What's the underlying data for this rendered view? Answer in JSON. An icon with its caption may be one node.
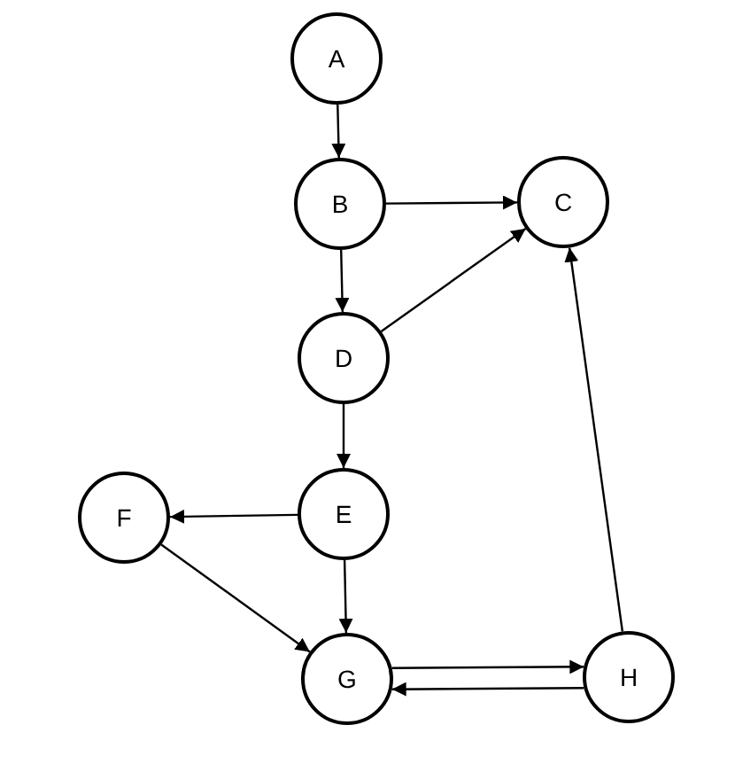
{
  "diagram": {
    "nodes": [
      {
        "text": [
          "A"
        ]
      },
      {
        "text": [
          "B"
        ]
      },
      {
        "text": [
          "C"
        ]
      },
      {
        "text": [
          "D"
        ]
      },
      {
        "text": [
          "E"
        ]
      },
      {
        "text": [
          "F"
        ]
      },
      {
        "text": [
          "G"
        ]
      },
      {
        "text": [
          "H"
        ]
      }
    ],
    "edges": [
      {
        "from": 0,
        "to": 1,
        "arrow": "to"
      },
      {
        "from": 1,
        "to": 2,
        "arrow": "to"
      },
      {
        "from": 1,
        "to": 3,
        "arrow": "to"
      },
      {
        "from": 3,
        "to": 2,
        "arrow": "to"
      },
      {
        "from": 3,
        "to": 4,
        "arrow": "to"
      },
      {
        "from": 4,
        "to": 5,
        "arrow": "to"
      },
      {
        "from": 4,
        "to": 6,
        "arrow": "to"
      },
      {
        "from": 5,
        "to": 6,
        "arrow": "to"
      },
      {
        "from": 6,
        "to": 7,
        "arrow": "to"
      },
      {
        "from": 7,
        "to": 6,
        "arrow": "to"
      },
      {
        "from": 7,
        "to": 2,
        "arrow": "to"
      }
    ]
  }
}
